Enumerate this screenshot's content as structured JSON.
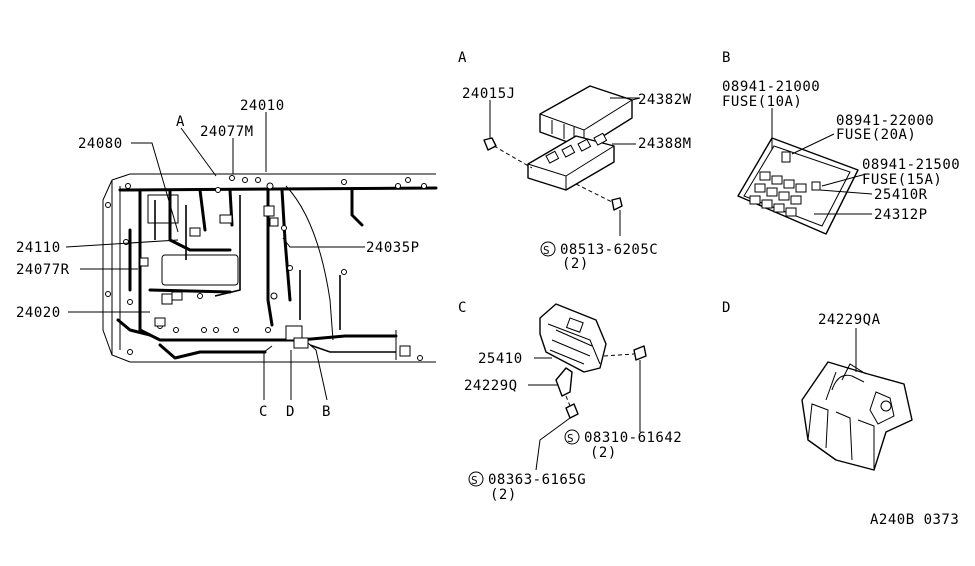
{
  "sections": {
    "a": "A",
    "b": "B",
    "c": "C",
    "d": "D"
  },
  "main": {
    "labels": {
      "p24010": "24010",
      "p24077m": "24077M",
      "callout_a": "A",
      "p24080": "24080",
      "p24110": "24110",
      "p24077r": "24077R",
      "p24020": "24020",
      "p24035p": "24035P",
      "callout_c": "C",
      "callout_d": "D",
      "callout_b": "B"
    }
  },
  "section_a": {
    "p24015j": "24015J",
    "p24382w": "24382W",
    "p24388m": "24388M",
    "screw_symbol": "S",
    "screw": "08513-6205C",
    "screw_qty": "(2)"
  },
  "section_b": {
    "fuse10_part": "08941-21000",
    "fuse10_label": "FUSE(10A)",
    "fuse20_part": "08941-22000",
    "fuse20_label": "FUSE(20A)",
    "fuse15_part": "08941-21500",
    "fuse15_label": "FUSE(15A)",
    "p25410r": "25410R",
    "p24312p": "24312P"
  },
  "section_c": {
    "p25410": "25410",
    "p24229q": "24229Q",
    "screw1_symbol": "S",
    "screw1": "08310-61642",
    "screw1_qty": "(2)",
    "screw2_symbol": "S",
    "screw2": "08363-6165G",
    "screw2_qty": "(2)"
  },
  "section_d": {
    "p24229qa": "24229QA"
  },
  "footer": {
    "diagram_code": "A240B 0373"
  }
}
